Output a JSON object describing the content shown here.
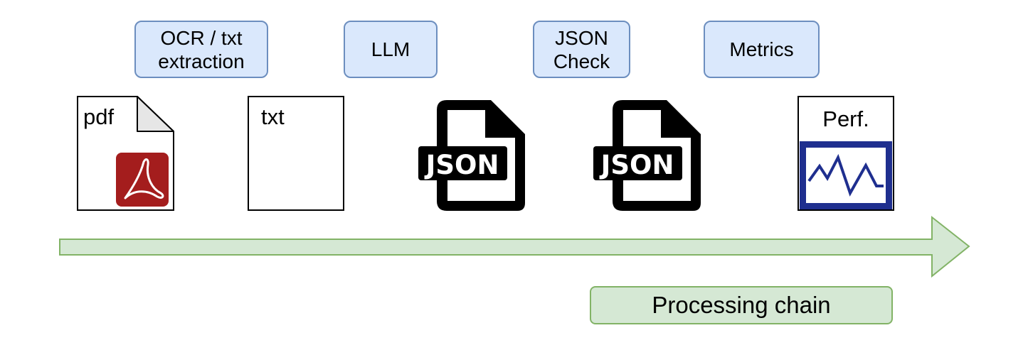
{
  "steps": [
    {
      "label": "OCR / txt\nextraction"
    },
    {
      "label": "LLM"
    },
    {
      "label": "JSON\nCheck"
    },
    {
      "label": "Metrics"
    }
  ],
  "documents": {
    "pdf_label": "pdf",
    "txt_label": "txt",
    "json_label_1": "JSON",
    "json_label_2": "JSON",
    "perf_label": "Perf."
  },
  "chain": {
    "label": "Processing chain"
  },
  "icons": [
    "pdf-file-icon",
    "txt-file-icon",
    "json-file-icon",
    "json-file-icon",
    "performance-chart-icon",
    "right-arrow"
  ],
  "colors": {
    "step_fill": "#dae8fc",
    "step_border": "#6c8ebf",
    "chain_fill": "#d5e8d4",
    "chain_border": "#82b366",
    "pdf_red": "#a41d1d",
    "perf_blue": "#1f2f8f"
  }
}
